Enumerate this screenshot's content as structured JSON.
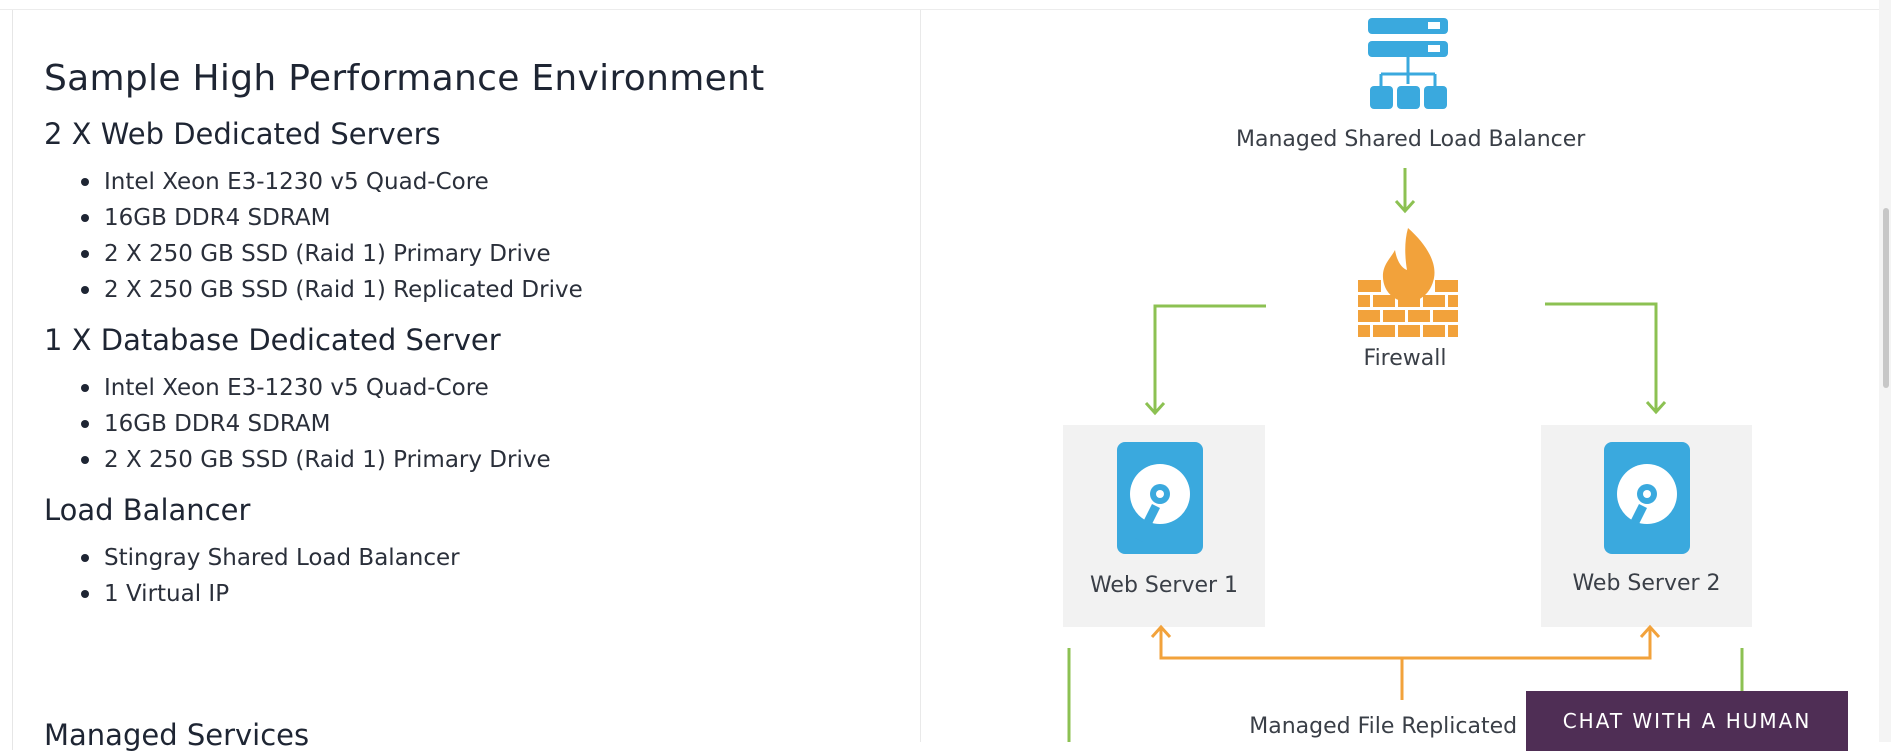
{
  "content": {
    "title": "Sample High Performance Environment",
    "sections": [
      {
        "heading": "2 X Web Dedicated Servers",
        "items": [
          "Intel Xeon E3-1230 v5 Quad-Core",
          "16GB DDR4 SDRAM",
          "2 X 250 GB SSD (Raid 1) Primary Drive",
          "2 X 250 GB SSD (Raid 1) Replicated Drive"
        ]
      },
      {
        "heading": "1 X Database Dedicated Server",
        "items": [
          "Intel Xeon E3-1230 v5 Quad-Core",
          "16GB DDR4 SDRAM",
          "2 X 250 GB SSD (Raid 1) Primary Drive"
        ]
      },
      {
        "heading": "Load Balancer",
        "items": [
          "Stingray Shared Load Balancer",
          "1 Virtual IP"
        ]
      }
    ],
    "partial_heading": "Managed Services"
  },
  "diagram": {
    "load_balancer_label": "Managed Shared Load Balancer",
    "firewall_label": "Firewall",
    "web_server_1_label": "Web Server 1",
    "web_server_2_label": "Web Server 2",
    "file_replicated_label": "Managed File Replicated Drive",
    "colors": {
      "icon_blue": "#3aa9de",
      "arrow_green": "#8cc152",
      "firewall_orange": "#f2a23b",
      "replication_orange": "#f2a23b",
      "server_box_bg": "#f2f2f2"
    },
    "icons": [
      "load-balancer-icon",
      "firewall-icon",
      "hard-drive-icon"
    ]
  },
  "chat": {
    "button_label": "CHAT WITH A HUMAN",
    "button_color": "#4f2e55"
  }
}
